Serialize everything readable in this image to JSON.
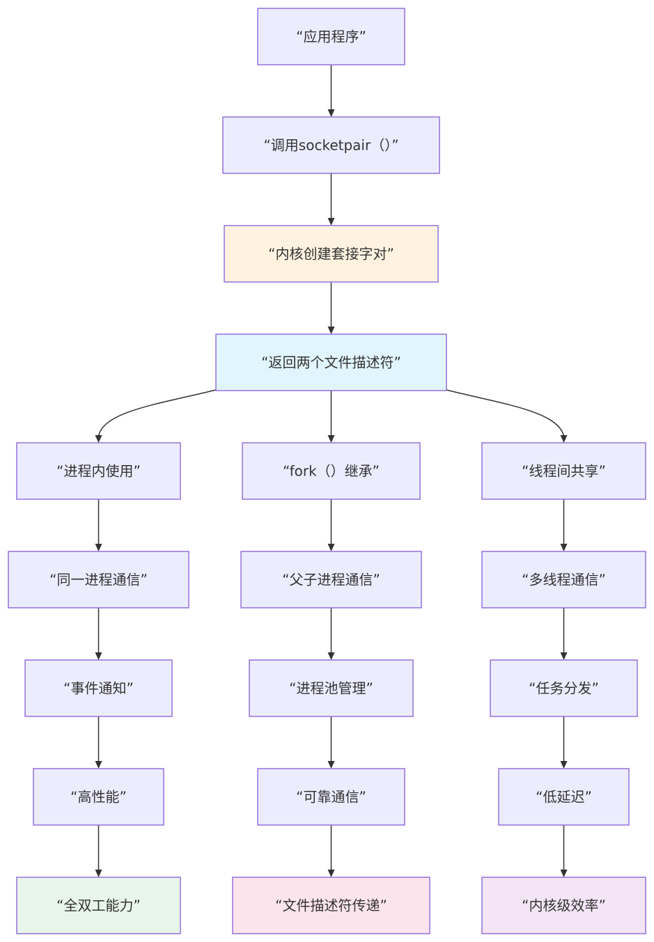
{
  "colors": {
    "default_fill": "#ECECFF",
    "border": "#9370DB",
    "edge": "#333333",
    "text": "#333333",
    "kernel_fill": "#FFF3E0",
    "fd_fill": "#E1F5FE",
    "duplex_fill": "#E8F5E9",
    "fd_pass_fill": "#FCE4EC",
    "efficiency_fill": "#F3E5F5"
  },
  "nodes": {
    "app": "“应用程序”",
    "call": "“调用socketpair（）”",
    "kernel": "“内核创建套接字对”",
    "fds": "“返回两个文件描述符”",
    "in_process": "“进程内使用”",
    "fork": "“fork（）继承”",
    "thread_share": "“线程间共享”",
    "same_process": "“同一进程通信”",
    "parent_child": "“父子进程通信”",
    "multi_thread": "“多线程通信”",
    "event_notify": "“事件通知”",
    "process_pool": "“进程池管理”",
    "task_dispatch": "“任务分发”",
    "high_perf": "“高性能”",
    "reliable": "“可靠通信”",
    "low_latency": "“低延迟”",
    "full_duplex": "“全双工能力”",
    "fd_passing": "“文件描述符传递”",
    "kernel_efficiency": "“内核级效率”"
  }
}
